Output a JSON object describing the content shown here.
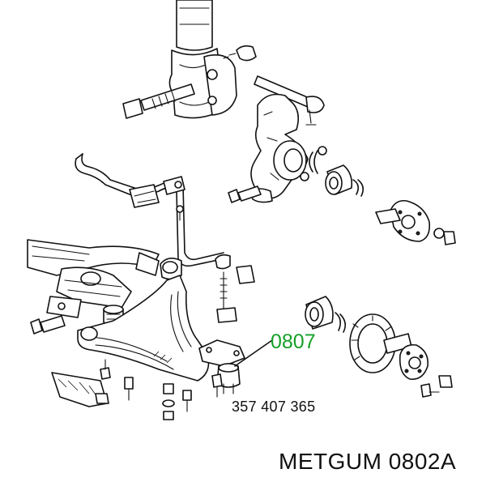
{
  "callouts": {
    "part_code": "0807",
    "oem_number": "357 407 365"
  },
  "footer": {
    "brand_part": "METGUM 0802A"
  },
  "colors": {
    "part_code": "#16a028",
    "line": "#111111",
    "background": "#ffffff"
  }
}
